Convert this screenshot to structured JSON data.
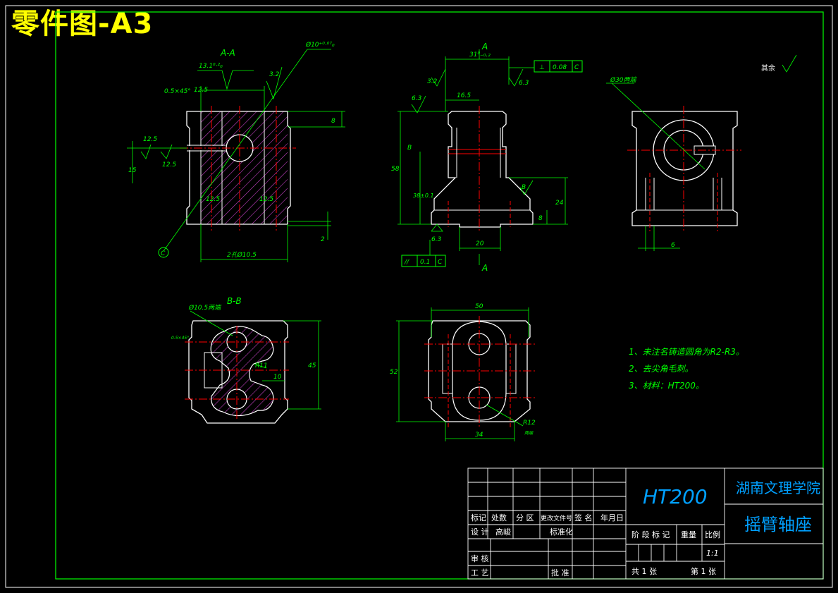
{
  "sheet_title": "零件图-A3",
  "views": {
    "section_aa": "A-A",
    "section_bb": "B-B",
    "section_marker": "A"
  },
  "dimensions": {
    "aa_bore": "Ø10⁺⁰·⁰⁷₀",
    "aa_depth": "13.1⁰·²₀",
    "aa_chamfer": "0.5×45°",
    "aa_rough_32": "3.2",
    "aa_rough_125a": "12.5",
    "aa_rough_125b": "12.5",
    "aa_rough_125c": "12.5",
    "aa_rough_125d": "12.5",
    "aa_rough_125e": "12.5",
    "aa_15": "15",
    "aa_8": "8",
    "aa_2": "2",
    "aa_holes": "2孔Ø10.5",
    "aa_datum": "C",
    "front_width": "31⁰₋₀.₂",
    "front_165": "16.5",
    "front_rough_32": "3.2",
    "front_rough_63a": "6.3",
    "front_rough_63b": "6.3",
    "front_rough_63c": "6.3",
    "front_58": "58",
    "front_38": "38±0.1",
    "front_B1": "B",
    "front_B2": "B",
    "front_24": "24",
    "front_8": "8",
    "front_20": "20",
    "tol_perp": "⊥",
    "tol_perp_val": "0.08",
    "tol_perp_ref": "C",
    "tol_par": "//",
    "tol_par_val": "0.1",
    "tol_par_ref": "C",
    "side_dia": "Ø30两端",
    "side_6": "6",
    "bb_dia": "Ø10.5两端",
    "bb_chamfer": "0.5×45°",
    "bb_r11": "R11",
    "bb_10": "10",
    "bb_45": "45",
    "bot_50": "50",
    "bot_52": "52",
    "bot_34": "34",
    "bot_r12": "R12",
    "bot_r12_sub": "两端",
    "rest_roughness": "其余"
  },
  "notes": [
    "1、未注名铸造圆角为R2-R3。",
    "2、去尖角毛刺。",
    "3、材料：HT200。"
  ],
  "title_block": {
    "material": "HT200",
    "school": "湖南文理学院",
    "part_name": "摇臂轴座",
    "rev_headers": [
      "标记",
      "处数",
      "分 区",
      "更改文件号",
      "签 名",
      "年月日"
    ],
    "design_label": "设 计",
    "designer": "高峻",
    "standardize_label": "标准化",
    "review_label": "审 核",
    "process_label": "工 艺",
    "approve_label": "批 准",
    "stage_label": "阶 段 标 记",
    "weight_label": "重量",
    "scale_label": "比例",
    "scale_value": "1:1",
    "sheets_total": "共 1 张",
    "sheet_no": "第 1 张"
  },
  "colors": {
    "background": "#000000",
    "outline": "#ffffff",
    "dimension": "#00ff00",
    "centerline": "#ff0000",
    "hatch": "#c040c0",
    "title": "#ffff00",
    "material_text": "#00a0ff"
  }
}
